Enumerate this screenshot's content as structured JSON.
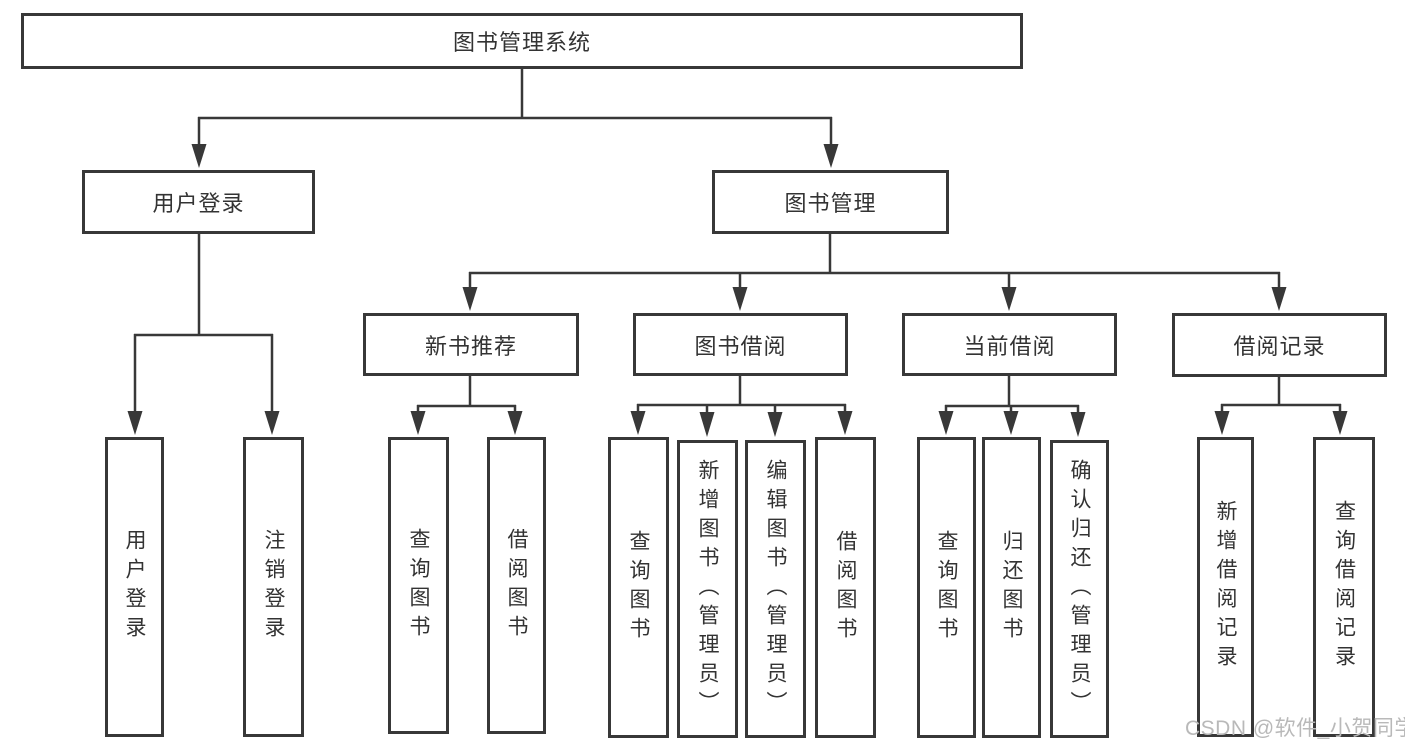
{
  "diagram": {
    "root": "图书管理系统",
    "branches": [
      {
        "label": "用户登录",
        "leaves": [
          "用户登录",
          "注销登录"
        ]
      },
      {
        "label": "图书管理",
        "groups": [
          {
            "label": "新书推荐",
            "leaves": [
              "查询图书",
              "借阅图书"
            ]
          },
          {
            "label": "图书借阅",
            "leaves": [
              "查询图书",
              "新增图书（管理员）",
              "编辑图书（管理员）",
              "借阅图书"
            ]
          },
          {
            "label": "当前借阅",
            "leaves": [
              "查询图书",
              "归还图书",
              "确认归还（管理员）"
            ]
          },
          {
            "label": "借阅记录",
            "leaves": [
              "新增借阅记录",
              "查询借阅记录"
            ]
          }
        ]
      }
    ]
  },
  "watermark": "CSDN @软件_小贺同学",
  "colors": {
    "line": "#383838",
    "text": "#333333",
    "watermark": "#b9b9b9",
    "background": "#ffffff"
  }
}
